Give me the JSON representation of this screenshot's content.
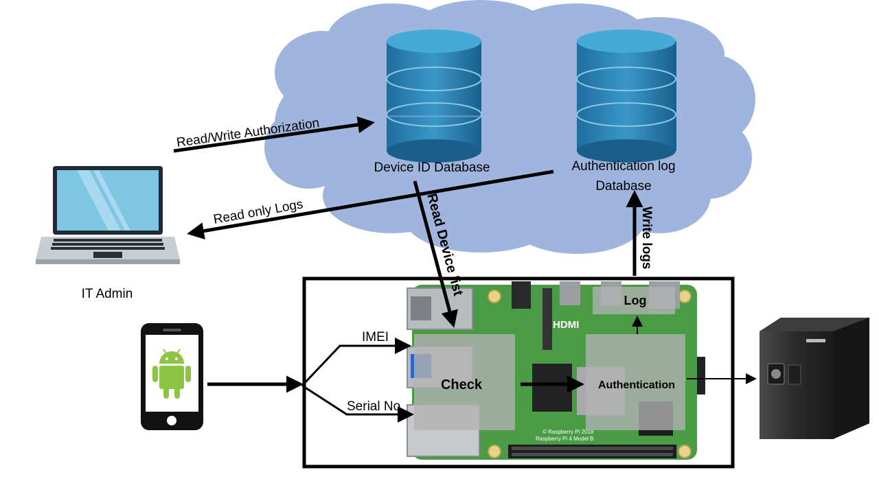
{
  "nodes": {
    "device_db": "Device ID Database",
    "auth_log_db_line1": "Authentication log",
    "auth_log_db_line2": "Database",
    "it_admin": "IT Admin",
    "check": "Check",
    "authentication": "Authentication",
    "log": "Log"
  },
  "edges": {
    "read_write_auth": "Read/Write Authorization",
    "read_only_logs": "Read only Logs",
    "read_device_list": "Read Device list",
    "write_logs": "Write logs",
    "imei": "IMEI",
    "serial_no": "Serial No."
  },
  "board_print": {
    "hdmi": "HDMI",
    "model_line": "Raspberry Pi 4 Model B",
    "copyright": "© Raspberry Pi 2018"
  },
  "icons": {
    "cloud": "cloud-icon",
    "database": "database-icon",
    "laptop": "laptop-icon",
    "phone": "android-phone-icon",
    "board": "raspberry-pi-board-icon",
    "safe": "safe-icon"
  },
  "colors": {
    "cloud": "#9fb5de",
    "db_dark": "#1f6d9f",
    "db_light": "#3a98c9",
    "board_green": "#4a9b46",
    "overlay": "#b3b3b3",
    "android_green": "#8cc443"
  }
}
